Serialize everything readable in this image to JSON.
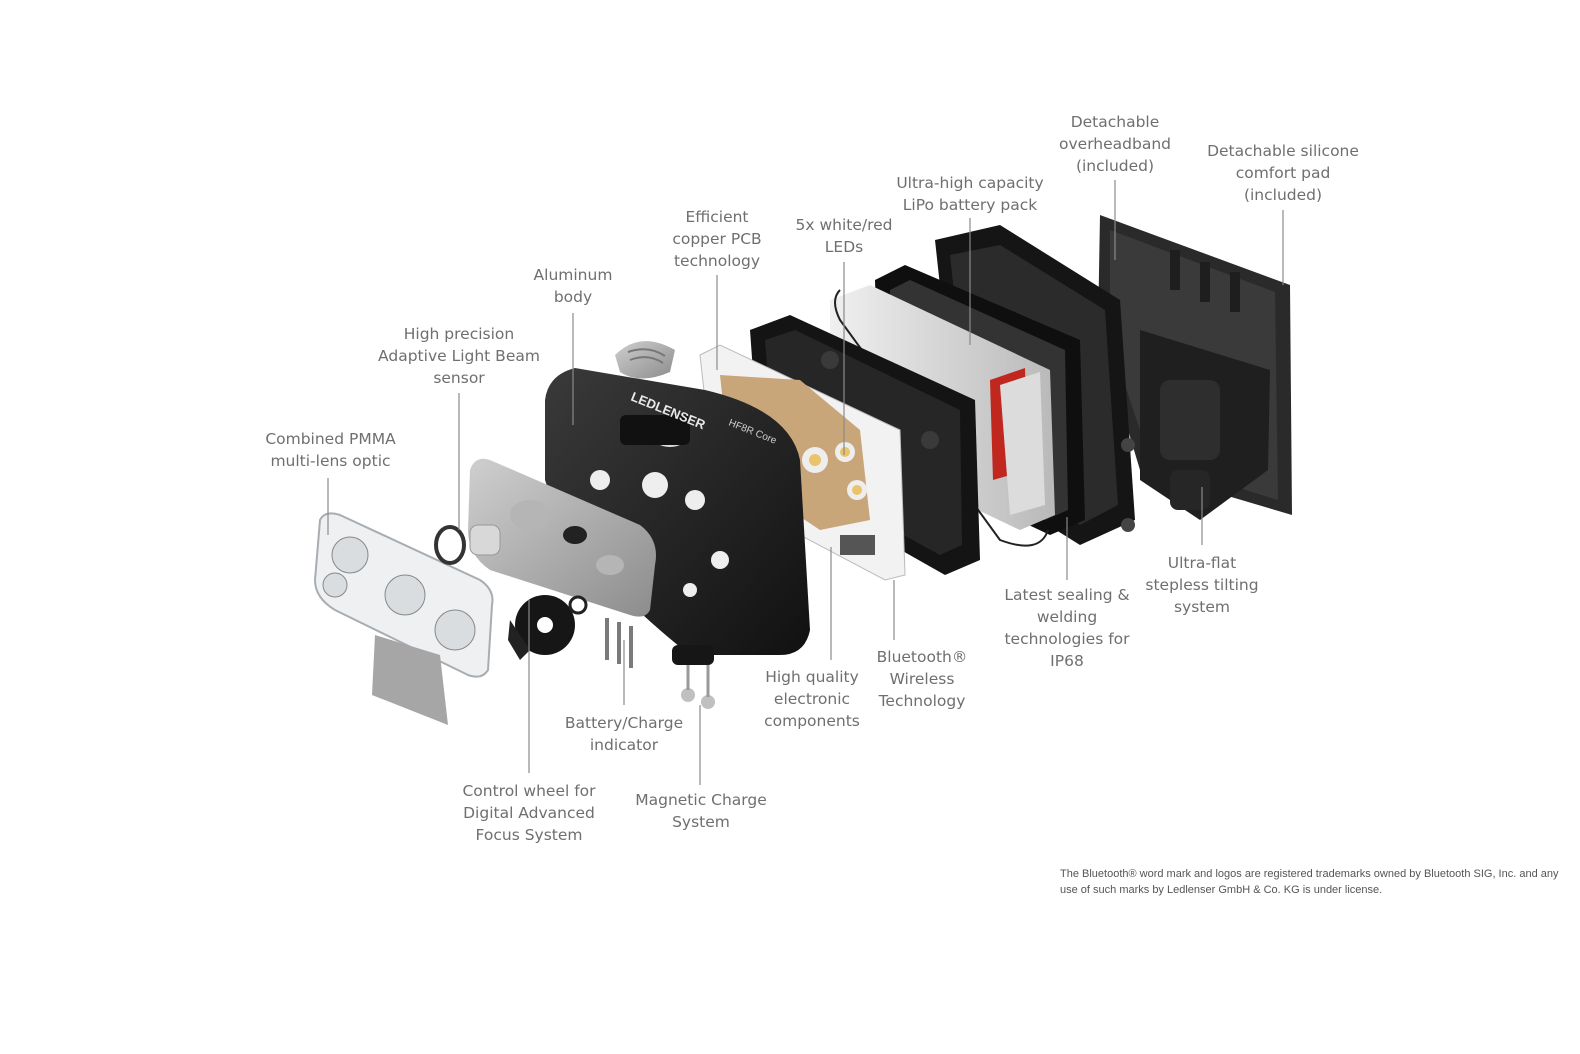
{
  "colors": {
    "label": "#6f6f6f",
    "leader": "#8a8a8a",
    "body_black": "#1b1b1b",
    "body_dark": "#2c2c2c",
    "grey_part": "#9a9a9a",
    "battery_silver": "#d4d4d4",
    "battery_red": "#c0271f",
    "pcb_white": "#f2f2f2",
    "pcb_copper": "#c9a57a",
    "led_yellow": "#e9c46a"
  },
  "labels": [
    {
      "id": "combined-pmma",
      "text": "Combined PMMA\nmulti-lens optic"
    },
    {
      "id": "adaptive-sensor",
      "text": "High precision\nAdaptive Light Beam\nsensor"
    },
    {
      "id": "aluminum-body",
      "text": "Aluminum\nbody"
    },
    {
      "id": "copper-pcb",
      "text": "Efficient\ncopper PCB\ntechnology"
    },
    {
      "id": "leds",
      "text": "5x white/red\nLEDs"
    },
    {
      "id": "battery-pack",
      "text": "Ultra-high capacity\nLiPo battery pack"
    },
    {
      "id": "overheadband",
      "text": "Detachable\noverheadband\n(included)"
    },
    {
      "id": "comfort-pad",
      "text": "Detachable silicone\ncomfort pad\n(included)"
    },
    {
      "id": "tilting-system",
      "text": "Ultra-flat\nstepless tilting\nsystem"
    },
    {
      "id": "sealing",
      "text": "Latest sealing &\nwelding\ntechnologies for\nIP68"
    },
    {
      "id": "bluetooth",
      "text": "Bluetooth®\nWireless\nTechnology"
    },
    {
      "id": "electronics",
      "text": "High quality\nelectronic\ncomponents"
    },
    {
      "id": "battery-indicator",
      "text": "Battery/Charge\nindicator"
    },
    {
      "id": "magnetic-charge",
      "text": "Magnetic Charge\nSystem"
    },
    {
      "id": "control-wheel",
      "text": "Control wheel for\nDigital Advanced\nFocus System"
    }
  ],
  "parts": {
    "brand_mark": "LEDLENSER",
    "model_mark": "HF8R Core"
  },
  "trademark_note": "The Bluetooth® word mark and logos are registered trademarks owned by Bluetooth SIG, Inc. and any use of such marks by Ledlenser GmbH & Co. KG is under license."
}
